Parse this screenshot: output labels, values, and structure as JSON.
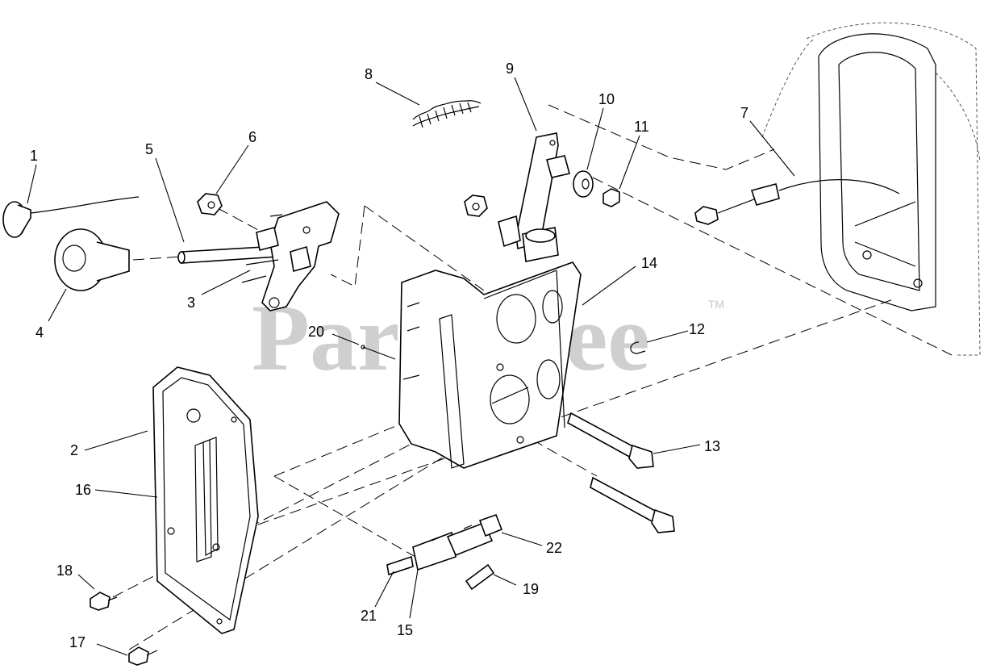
{
  "watermark": {
    "text": "PartsTree",
    "trademark": "TM"
  },
  "callouts": [
    "1",
    "2",
    "3",
    "4",
    "5",
    "6",
    "7",
    "8",
    "9",
    "10",
    "11",
    "12",
    "13",
    "14",
    "15",
    "16",
    "17",
    "18",
    "19",
    "20",
    "21",
    "22"
  ]
}
